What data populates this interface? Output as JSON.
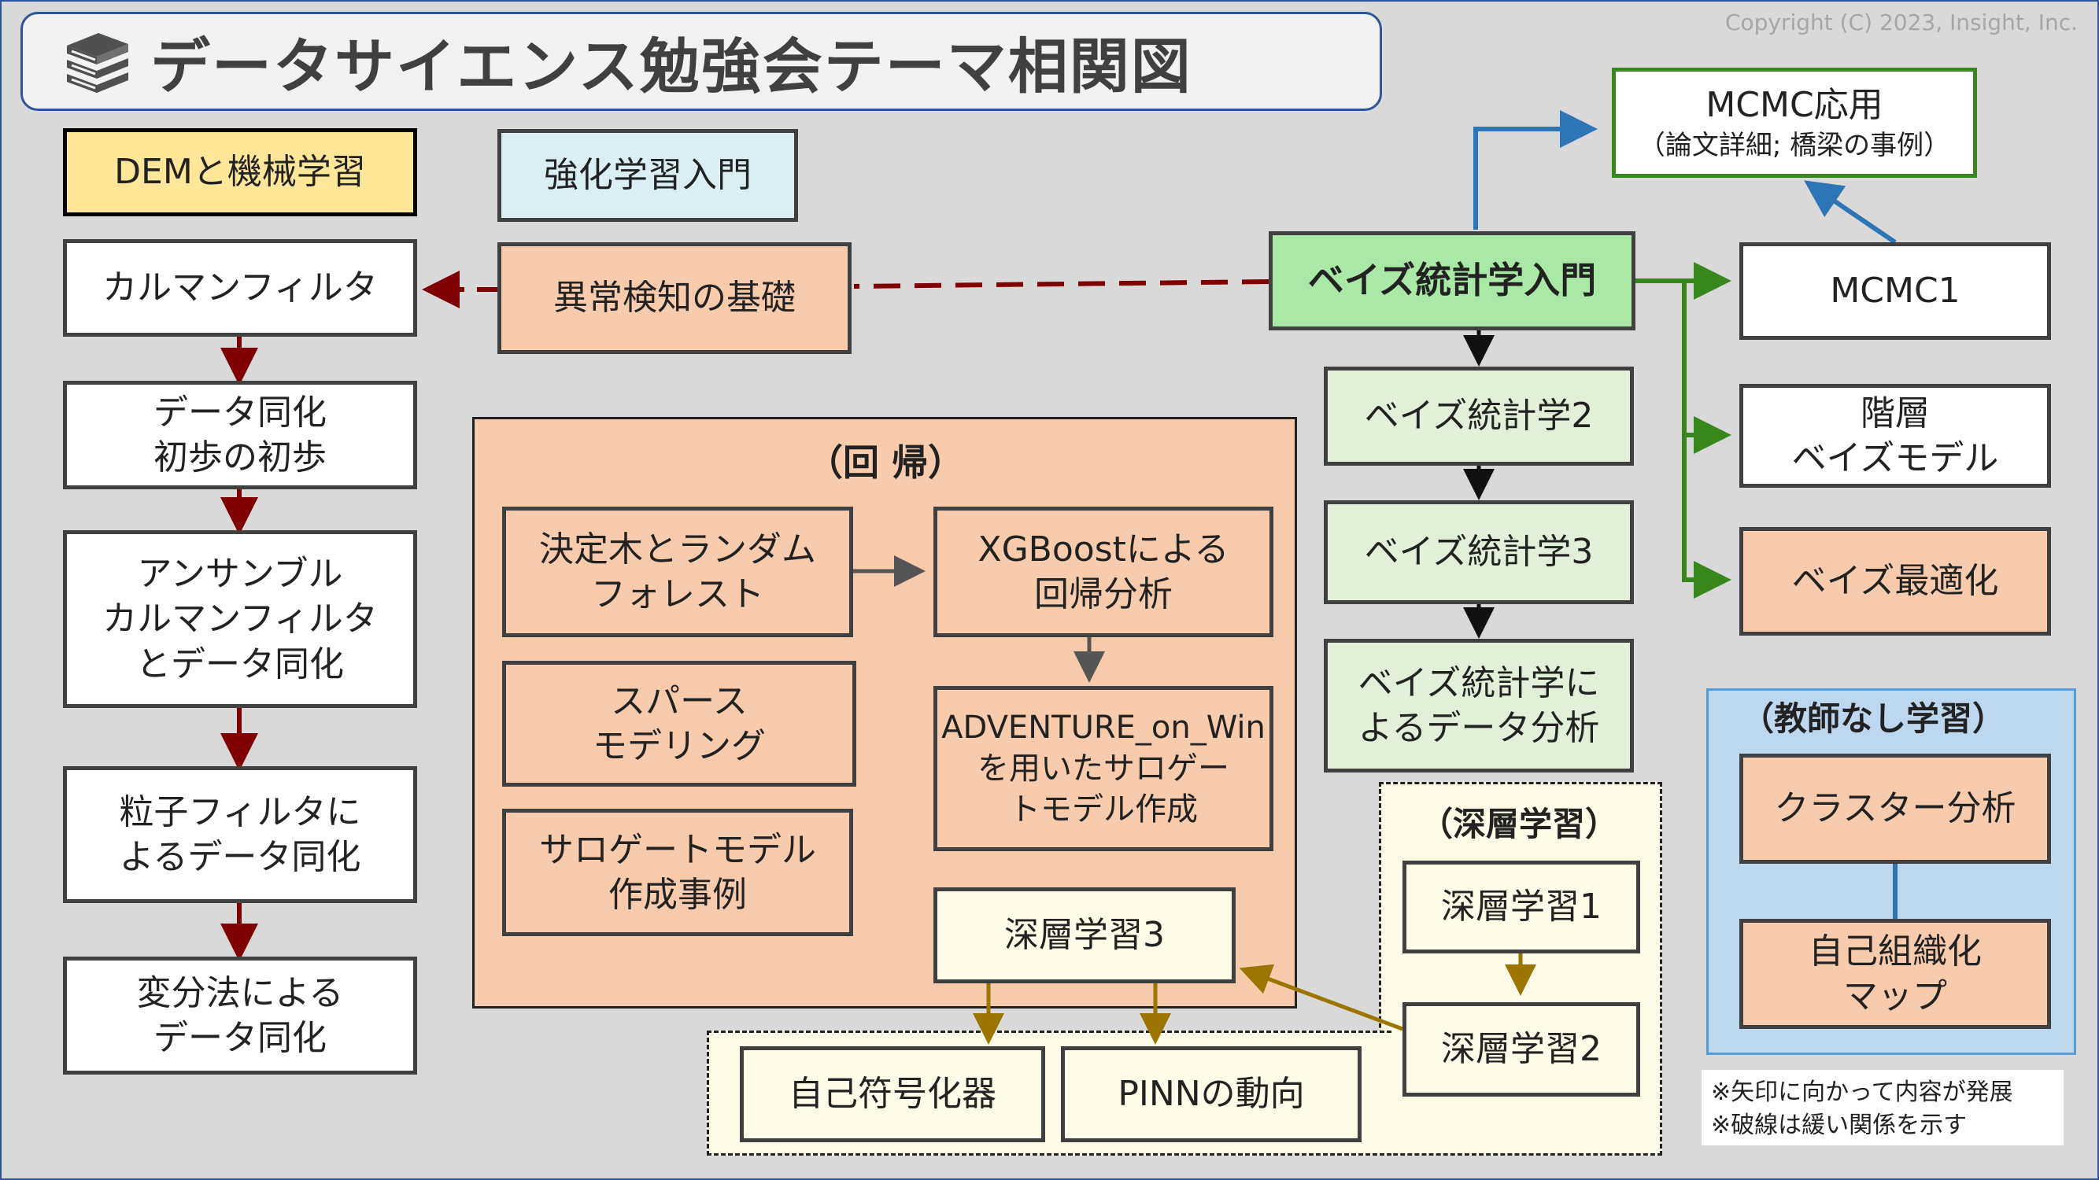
{
  "title": "データサイエンス勉強会テーマ相関図",
  "copyright": "Copyright (C) 2023, Insight, Inc.",
  "icon": "books-icon",
  "colors": {
    "background": "#d9d9d9",
    "frame": "#2f5597",
    "white_box": "#ffffff",
    "orange_box": "#f8cbad",
    "green_box": "#e2f0d9",
    "green_highlight": "#a9e9a5",
    "yellow_box": "#fff2cc",
    "blue_box": "#dbeef4",
    "cream_box": "#fefbe8",
    "blue_group": "#bdd7ee",
    "arrow_dark_red": "#7f0000",
    "arrow_green": "#38871d",
    "arrow_blue": "#2e75b6",
    "arrow_gold": "#9c7400"
  },
  "legend": {
    "dem": "DEMと機械学習",
    "rl": "強化学習入門"
  },
  "left_chain": {
    "kalman": "カルマンフィルタ",
    "assim_intro": "データ同化\n初歩の初歩",
    "ensemble": "アンサンブル\nカルマンフィルタ\nとデータ同化",
    "particle": "粒子フィルタに\nよるデータ同化",
    "variational": "変分法による\nデータ同化"
  },
  "anomaly": "異常検知の基礎",
  "regression": {
    "label": "（回 帰）",
    "decision_tree": "決定木とランダム\nフォレスト",
    "xgboost": "XGBoostによる\n回帰分析",
    "sparse": "スパース\nモデリング",
    "adventure": "ADVENTURE_on_Win\nを用いたサロゲー\nトモデル作成",
    "surrogate": "サロゲートモデル\n作成事例",
    "dl3": "深層学習3"
  },
  "bayes": {
    "intro": "ベイズ統計学入門",
    "b2": "ベイズ統計学2",
    "b3": "ベイズ統計学3",
    "analysis": "ベイズ統計学に\nよるデータ分析"
  },
  "mcmc": {
    "app_title": "MCMC応用",
    "app_sub": "（論文詳細; 橋梁の事例）",
    "mcmc1": "MCMC1",
    "hier": "階層\nベイズモデル",
    "opt": "ベイズ最適化"
  },
  "deep": {
    "label": "（深層学習）",
    "dl1": "深層学習1",
    "dl2": "深層学習2",
    "autoencoder": "自己符号化器",
    "pinn": "PINNの動向"
  },
  "unsup": {
    "label": "（教師なし学習）",
    "cluster": "クラスター分析",
    "som": "自己組織化\nマップ"
  },
  "notes": {
    "n1": "※矢印に向かって内容が発展",
    "n2": "※破線は緩い関係を示す"
  }
}
